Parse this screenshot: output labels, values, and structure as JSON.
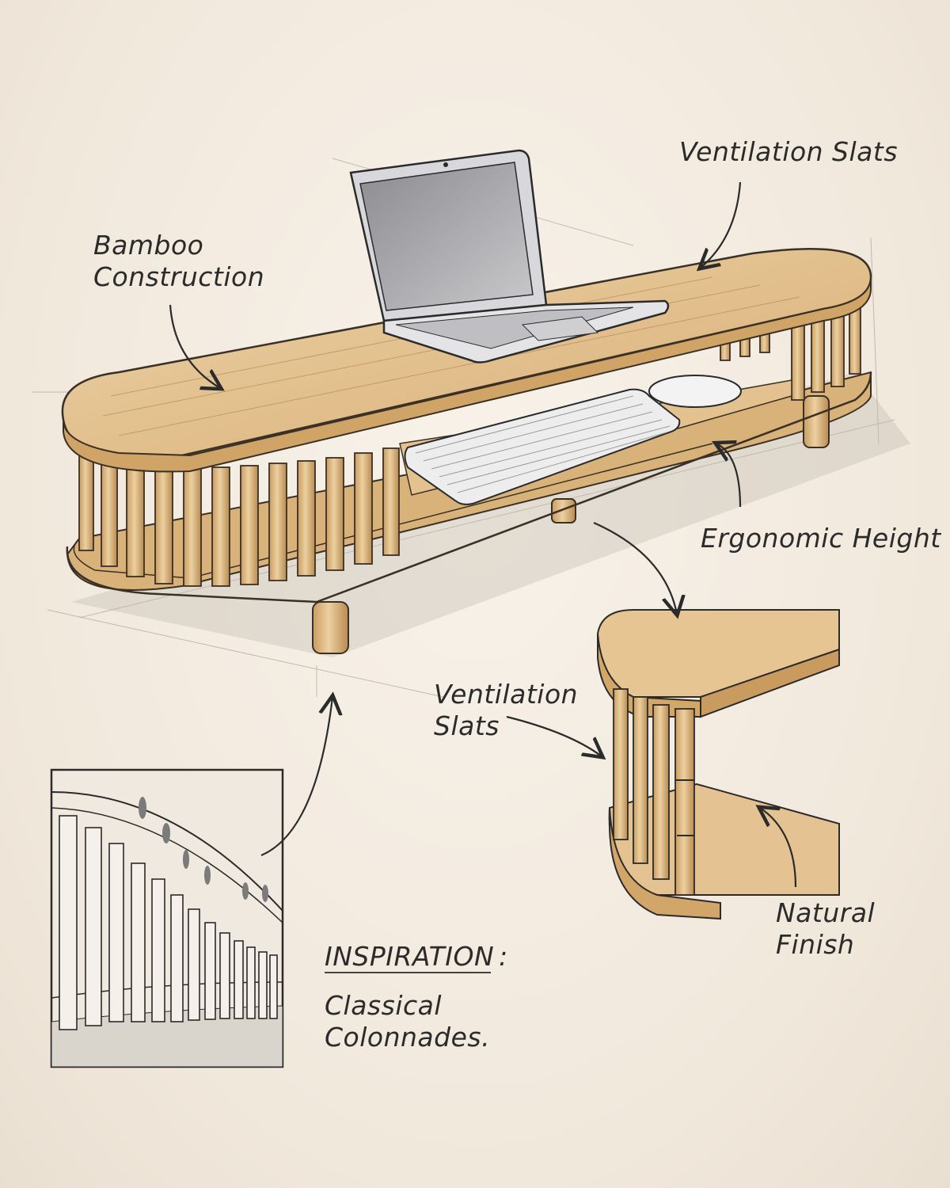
{
  "annotations": {
    "bamboo": {
      "line1": "Bamboo",
      "line2": "Construction"
    },
    "ventilation_top": "Ventilation Slats",
    "ergonomic": "Ergonomic Height",
    "ventilation_detail": {
      "line1": "Ventilation",
      "line2": "Slats"
    },
    "natural": {
      "line1": "Natural",
      "line2": "Finish"
    }
  },
  "inspiration": {
    "heading": "INSPIRATION",
    "colon": ":",
    "line1": "Classical",
    "line2": "Colonnades."
  },
  "colors": {
    "paper": "#f3ebe0",
    "wood": "#e2c08e",
    "wood_dark": "#c99b5f",
    "ink": "#2b2b2b"
  },
  "icons": [
    "laptop-icon",
    "keyboard-icon",
    "mouse-icon"
  ]
}
